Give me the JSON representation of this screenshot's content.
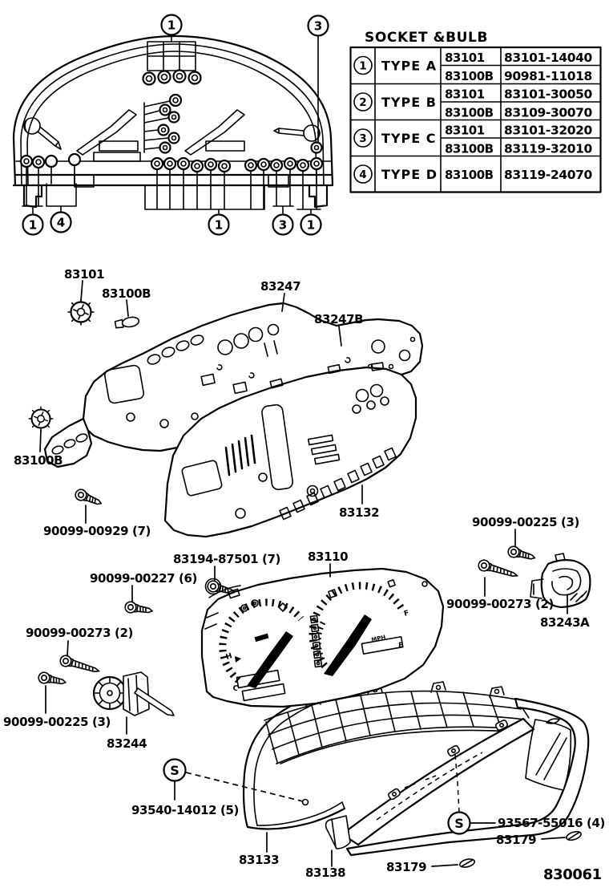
{
  "figure_number": "830061",
  "socket_bulb_table": {
    "title": "SOCKET &BULB",
    "rows": [
      {
        "callout": "1",
        "type_label": "TYPE A",
        "entries": [
          {
            "part": "83101",
            "number": "83101-14040"
          },
          {
            "part": "83100B",
            "number": "90981-11018"
          }
        ]
      },
      {
        "callout": "2",
        "type_label": "TYPE B",
        "entries": [
          {
            "part": "83101",
            "number": "83101-30050"
          },
          {
            "part": "83100B",
            "number": "83109-30070"
          }
        ]
      },
      {
        "callout": "3",
        "type_label": "TYPE C",
        "entries": [
          {
            "part": "83101",
            "number": "83101-32020"
          },
          {
            "part": "83100B",
            "number": "83119-32010"
          }
        ]
      },
      {
        "callout": "4",
        "type_label": "TYPE D",
        "entries": [
          {
            "part": "83100B",
            "number": "83119-24070"
          }
        ]
      }
    ]
  },
  "cluster_view_callouts": {
    "top_center": "1",
    "top_right": "3",
    "bottom_left_1": "1",
    "bottom_left_2": "4",
    "bottom_center": "1",
    "bottom_right_1": "3",
    "bottom_right_2": "1"
  },
  "part_labels": {
    "socket_83101": "83101",
    "bulb_83100b_top": "83100B",
    "plate_83247": "83247",
    "plate_83247b": "83247B",
    "socket_83100b_left": "83100B",
    "screw_90099_00929": "90099-00929 (7)",
    "screw_83194_87501": "83194-87501 (7)",
    "screw_90099_00227": "90099-00227 (6)",
    "meter_83110": "83110",
    "case_83132": "83132",
    "screw_90099_00225_right": "90099-00225 (3)",
    "screw_90099_00273_right": "90099-00273 (2)",
    "resistor_83243a": "83243A",
    "screw_90099_00273_left": "90099-00273 (2)",
    "screw_90099_00225_left": "90099-00225 (3)",
    "gauge_83244": "83244",
    "screw_93540_14012": "93540-14012 (5)",
    "case_83133": "83133",
    "plate_83138": "83138",
    "screw_93567_55016": "93567-55016 (4)",
    "clip_83179_right": "83179",
    "clip_83179_left": "83179"
  },
  "symbols": {
    "s_marker": "S"
  },
  "meter_markings": {
    "mph": "MPH",
    "hot": "H",
    "cold": "C",
    "full": "F",
    "empty": "E"
  }
}
